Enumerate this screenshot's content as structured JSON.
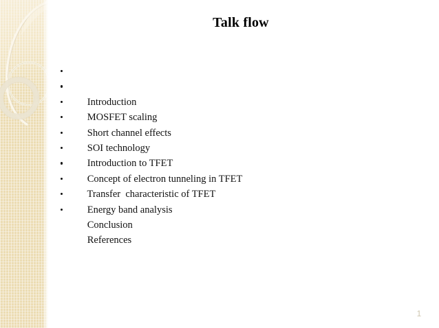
{
  "slide": {
    "title": "Talk flow",
    "page_number": "1",
    "bullets": [
      {
        "label": "Introduction"
      },
      {
        "label": "MOSFET scaling"
      },
      {
        "label": "Short channel effects"
      },
      {
        "label": "SOI technology"
      },
      {
        "label": "Introduction to TFET"
      },
      {
        "label": "Concept of electron tunneling in TFET"
      },
      {
        "label": "Transfer  characteristic of TFET"
      },
      {
        "label": "Energy band analysis"
      },
      {
        "label": "Conclusion"
      },
      {
        "label": "References"
      }
    ]
  },
  "decoration": {
    "sidebar_name": "decorative-sidebar",
    "sidebar_base_color": "#ecdcb3",
    "sidebar_light_color": "#f7eed7",
    "ring_color": "#e8e0cf",
    "arc_color": "#f6f1e2",
    "background_color": "#ffffff",
    "title_color": "#000000",
    "text_color": "#111111",
    "page_number_color": "#cfc7b0"
  }
}
